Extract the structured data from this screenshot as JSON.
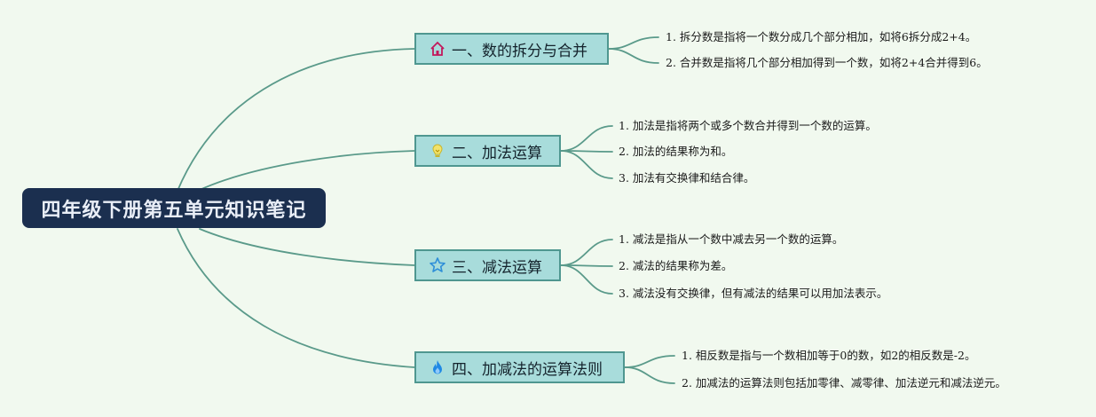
{
  "root": {
    "title": "四年级下册第五单元知识笔记"
  },
  "branches": [
    {
      "title": "一、数的拆分与合并",
      "icon": "house-icon",
      "items": [
        "1. 拆分数是指将一个数分成几个部分相加，如将6拆分成2+4。",
        "2. 合并数是指将几个部分相加得到一个数，如将2+4合并得到6。"
      ]
    },
    {
      "title": "二、加法运算",
      "icon": "lightbulb-icon",
      "items": [
        "1. 加法是指将两个或多个数合并得到一个数的运算。",
        "2. 加法的结果称为和。",
        "3. 加法有交换律和结合律。"
      ]
    },
    {
      "title": "三、减法运算",
      "icon": "star-icon",
      "items": [
        "1. 减法是指从一个数中减去另一个数的运算。",
        "2. 减法的结果称为差。",
        "3. 减法没有交换律，但有减法的结果可以用加法表示。"
      ]
    },
    {
      "title": "四、加减法的运算法则",
      "icon": "flame-icon",
      "items": [
        "1. 相反数是指与一个数相加等于0的数，如2的相反数是-2。",
        "2. 加减法的运算法则包括加零律、减零律、加法逆元和减法逆元。"
      ]
    }
  ],
  "colors": {
    "background": "#f1f9ef",
    "root_fill": "#1b2f4f",
    "branch_fill": "#a8dcdb",
    "branch_border": "#4f9790",
    "link": "#5a9a8a"
  }
}
